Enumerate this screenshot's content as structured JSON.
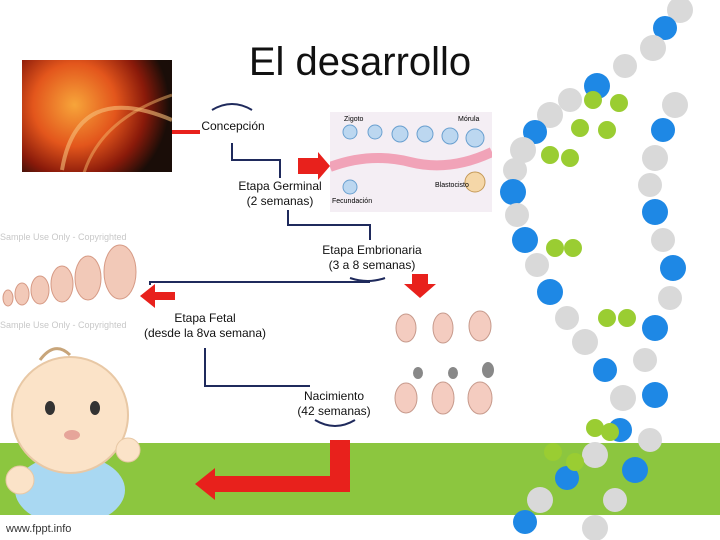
{
  "slide": {
    "title": "El desarrollo",
    "footer": "www.fppt.info"
  },
  "stages": {
    "conception": "Concepción",
    "germinal_line1": "Etapa Germinal",
    "germinal_line2": "(2 semanas)",
    "embryonic_line1": "Etapa Embrionaria",
    "embryonic_line2": "(3 a 8 semanas)",
    "fetal_line1": "Etapa Fetal",
    "fetal_line2": "(desde la 8va semana)",
    "birth_line1": "Nacimiento",
    "birth_line2": "(42 semanas)"
  },
  "images": {
    "germinal_labels": [
      "Zigoto",
      "Mórula",
      "Blastocisto",
      "Fecundación"
    ],
    "fetus_watermark": "Sample Use Only - Copyrighted"
  },
  "colors": {
    "accent_red": "#e8211c",
    "tree_line": "#1f2a5c",
    "green_band": "#8cc63f",
    "dna_blue": "#1e88e5",
    "dna_green": "#9acd32",
    "dna_grey": "#d9d9d9"
  }
}
